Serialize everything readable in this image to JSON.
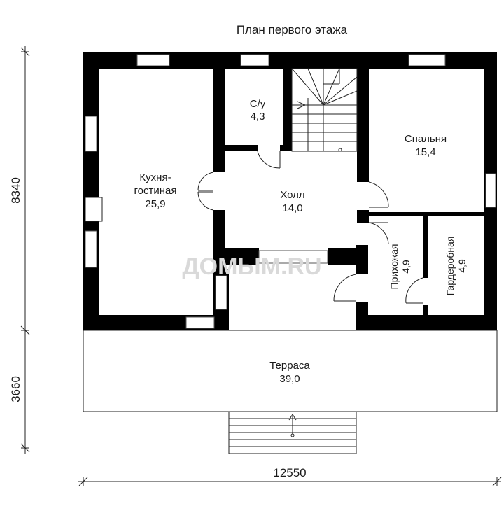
{
  "title": "План первого этажа",
  "watermark": "ДОМЫМ.RU",
  "rooms": {
    "kitchen": {
      "name_line1": "Кухня-",
      "name_line2": "гостиная",
      "area": "25,9"
    },
    "wc": {
      "name": "С/у",
      "area": "4,3"
    },
    "bedroom": {
      "name": "Спальня",
      "area": "15,4"
    },
    "hall": {
      "name": "Холл",
      "area": "14,0"
    },
    "entry": {
      "name": "Прихожая",
      "area": "4,9"
    },
    "wardrobe": {
      "name": "Гардеробная",
      "area": "4,9"
    },
    "terrace": {
      "name": "Терраса",
      "area": "39,0"
    }
  },
  "dimensions": {
    "house_depth": "8340",
    "terrace_depth": "3660",
    "total_width": "12550"
  },
  "colors": {
    "wall": "#000000",
    "line": "#222222",
    "watermark": "#d9d9d9"
  }
}
